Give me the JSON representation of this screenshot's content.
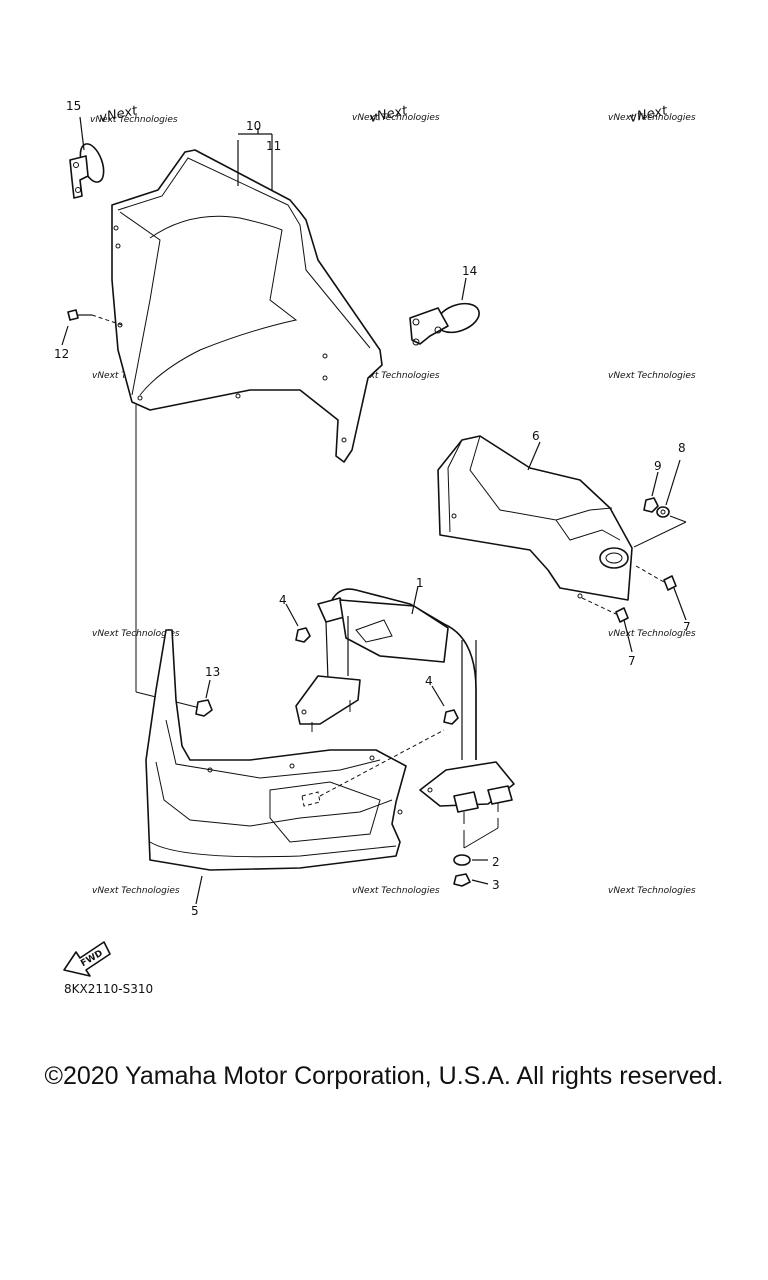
{
  "diagram": {
    "watermark": "vNext Technologies",
    "callouts": {
      "c1": "1",
      "c2": "2",
      "c3": "3",
      "c4a": "4",
      "c4b": "4",
      "c5": "5",
      "c6": "6",
      "c7a": "7",
      "c7b": "7",
      "c8": "8",
      "c9": "9",
      "c10": "10",
      "c11": "11",
      "c12": "12",
      "c13": "13",
      "c14": "14",
      "c15": "15"
    },
    "fwd_label": "FWD",
    "diagram_code": "8KX2110-S310"
  },
  "footer": {
    "copyright": "©2020 Yamaha Motor Corporation, U.S.A. All rights reserved."
  }
}
